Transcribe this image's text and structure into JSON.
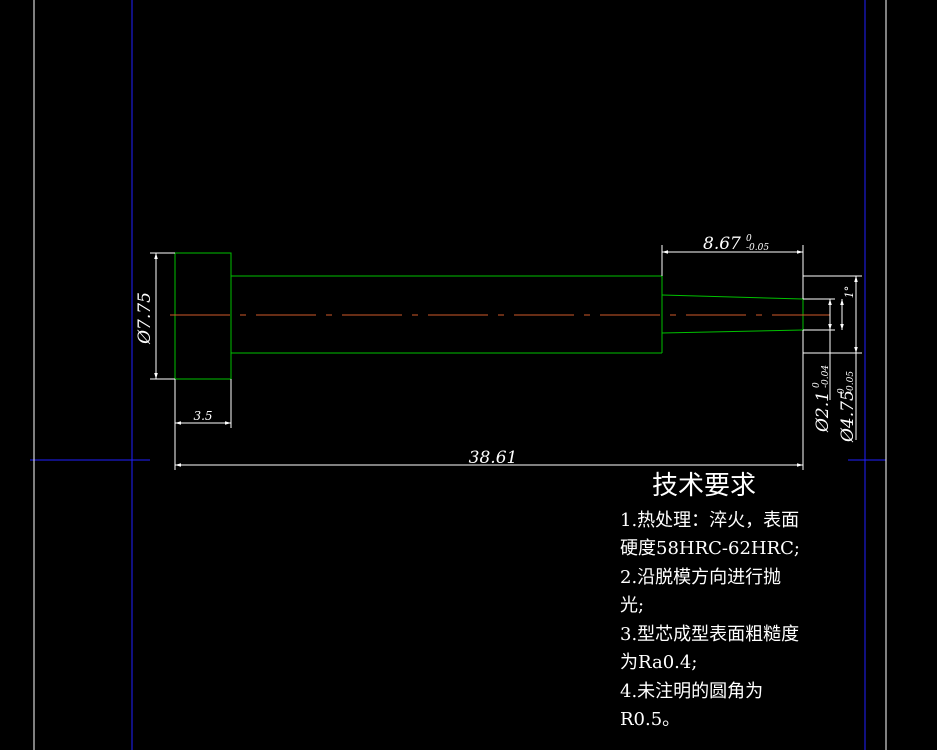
{
  "colors": {
    "background": "#000000",
    "outline": "#00c000",
    "centerline": "#d05a2a",
    "frame": "#0000ff",
    "dimension": "#ffffff"
  },
  "dimensions": {
    "head_diameter": "Ø7.75",
    "head_length": "3.5",
    "total_length": "38.61",
    "tip_length": "8.67",
    "tip_length_tol_upper": "0",
    "tip_length_tol_lower": "-0.05",
    "tip_small_diameter": "Ø2.1",
    "tip_small_tol_upper": "0",
    "tip_small_tol_lower": "-0.04",
    "shaft_diameter": "Ø4.75",
    "shaft_tol_upper": "0",
    "shaft_tol_lower": "-0.05",
    "taper": "1°"
  },
  "requirements": {
    "title": "技术要求",
    "lines": [
      "1.热处理：淬火，表面",
      "硬度58HRC-62HRC;",
      "2.沿脱模方向进行抛",
      "光;",
      "3.型芯成型表面粗糙度",
      "为Ra0.4;",
      "4.未注明的圆角为",
      "R0.5。"
    ]
  }
}
